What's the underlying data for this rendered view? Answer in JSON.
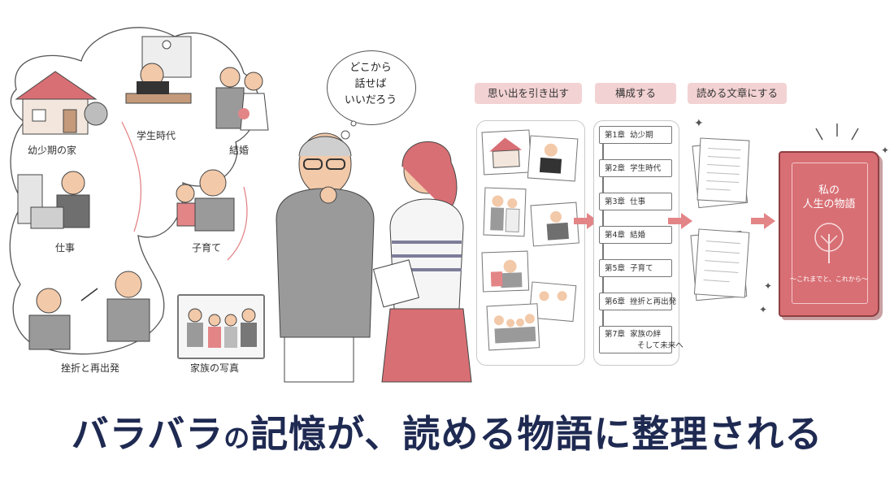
{
  "memories": {
    "childhood_home": "幼少期の家",
    "school_days": "学生時代",
    "marriage": "結婚",
    "work": "仕事",
    "child_rearing": "子育て",
    "setback": "挫折と再出発",
    "family_photo": "家族の写真"
  },
  "speech_bubble": {
    "line1": "どこから",
    "line2": "話せば",
    "line3": "いいだろう"
  },
  "steps": {
    "step1": "思い出を引き出す",
    "step2": "構成する",
    "step3": "読める文章にする"
  },
  "chapters": [
    {
      "num": "第1章",
      "title": "幼少期"
    },
    {
      "num": "第2章",
      "title": "学生時代"
    },
    {
      "num": "第3章",
      "title": "仕事"
    },
    {
      "num": "第4章",
      "title": "結婚"
    },
    {
      "num": "第5章",
      "title": "子育て"
    },
    {
      "num": "第6章",
      "title": "挫折と再出発"
    },
    {
      "num": "第7章",
      "title": "家族の絆",
      "title2": "そして未来へ"
    }
  ],
  "book": {
    "title_line1": "私の",
    "title_line2": "人生の物語",
    "subtitle": "〜これまでと、これから〜"
  },
  "headline": {
    "part1": "バラバラ",
    "part2": "の",
    "part3": "記憶が、読める物語に整理される"
  },
  "colors": {
    "accent": "#e38587",
    "label_bg": "#f3d2d3",
    "headline": "#1f2a52",
    "book": "#d86f74"
  }
}
